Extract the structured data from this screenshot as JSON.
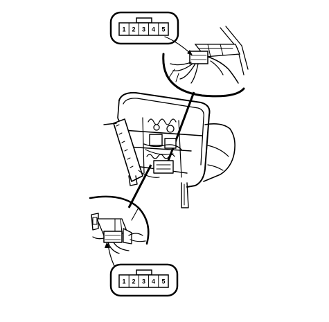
{
  "connector_top": {
    "pins": [
      "1",
      "2",
      "3",
      "4",
      "5"
    ]
  },
  "connector_bottom": {
    "pins": [
      "1",
      "2",
      "3",
      "4",
      "5"
    ]
  },
  "colors": {
    "ink": "#000000",
    "paper": "#ffffff"
  }
}
